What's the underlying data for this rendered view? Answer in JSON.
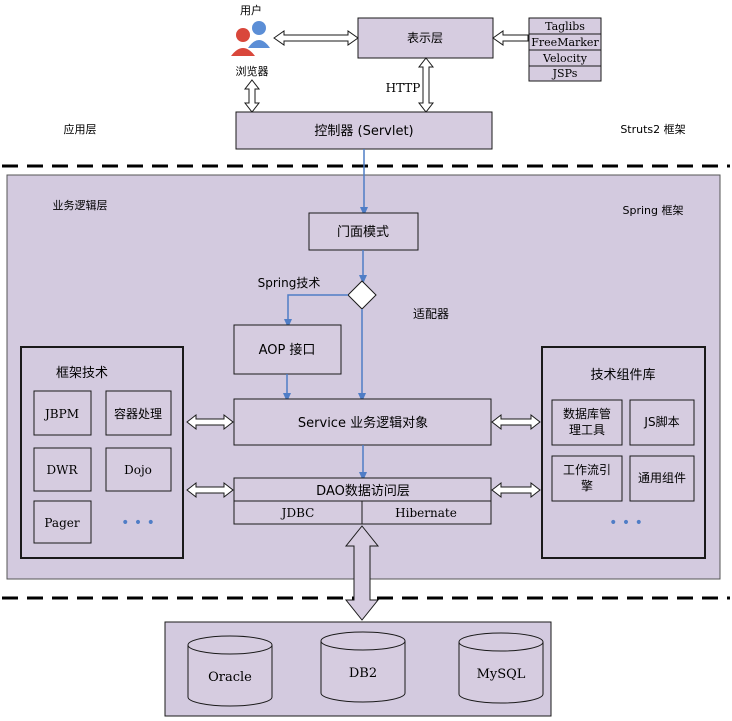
{
  "presentation": {
    "user_label": "用户",
    "browser_label": "浏览器",
    "view_layer": "表示层",
    "http_label": "HTTP",
    "view_techs": [
      "Taglibs",
      "FreeMarker",
      "Velocity",
      "JSPs"
    ],
    "controller": "控制器 (Servlet)",
    "app_layer_label": "应用层",
    "struts_label": "Struts2 框架"
  },
  "business": {
    "layer_label": "业务逻辑层",
    "spring_label": "Spring 框架",
    "facade": "门面模式",
    "spring_tech": "Spring技术",
    "adapter": "适配器",
    "aop": "AOP 接口",
    "service": "Service 业务逻辑对象",
    "dao": "DAO数据访问层",
    "jdbc": "JDBC",
    "hibernate": "Hibernate",
    "framework_panel": {
      "title": "框架技术",
      "items": [
        "JBPM",
        "容器处理",
        "DWR",
        "Dojo",
        "Pager"
      ],
      "more": "• • •"
    },
    "components_panel": {
      "title": "技术组件库",
      "items": [
        "数据库管\n理工具",
        "JS脚本",
        "工作流引\n擎",
        "通用组件"
      ],
      "more": "• • •"
    }
  },
  "data_layer": {
    "databases": [
      "Oracle",
      "DB2",
      "MySQL"
    ]
  },
  "colors": {
    "box_fill": "#d6cce0",
    "panel_fill": "#d3cadf",
    "arrow_blue": "#4f7dc6",
    "border": "#1a1a1a"
  }
}
